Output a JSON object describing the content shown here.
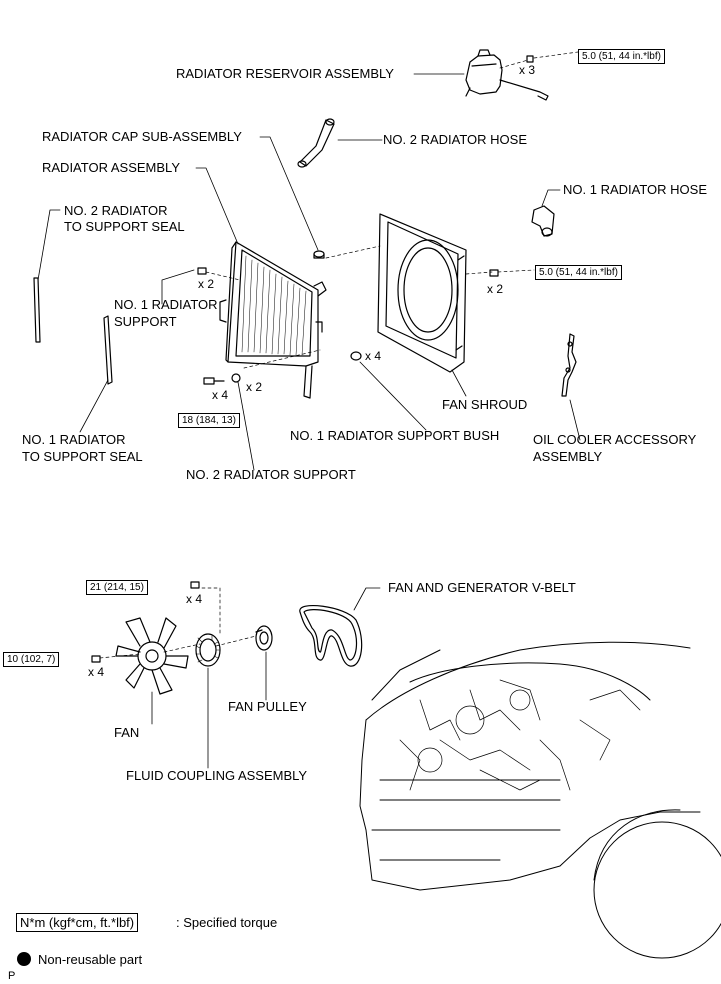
{
  "labels": {
    "reservoir": "RADIATOR RESERVOIR ASSEMBLY",
    "cap": "RADIATOR CAP SUB-ASSEMBLY",
    "hose2": "NO. 2 RADIATOR HOSE",
    "radiator": "RADIATOR ASSEMBLY",
    "hose1": "NO. 1 RADIATOR HOSE",
    "seal2_line1": "NO. 2 RADIATOR",
    "seal2_line2": "TO SUPPORT SEAL",
    "support1_line1": "NO. 1 RADIATOR",
    "support1_line2": "SUPPORT",
    "seal1_line1": "NO. 1 RADIATOR",
    "seal1_line2": "TO SUPPORT SEAL",
    "support2": "NO. 2 RADIATOR SUPPORT",
    "bush": "NO. 1 RADIATOR SUPPORT BUSH",
    "shroud": "FAN SHROUD",
    "oil_line1": "OIL COOLER ACCESSORY",
    "oil_line2": "ASSEMBLY",
    "vbelt": "FAN AND GENERATOR V-BELT",
    "pulley": "FAN PULLEY",
    "fan": "FAN",
    "coupling": "FLUID COUPLING ASSEMBLY"
  },
  "torques": {
    "reservoir": "5.0 (51, 44 in.*lbf)",
    "shroud": "5.0 (51, 44 in.*lbf)",
    "support": "18 (184, 13)",
    "coupling": "21 (214, 15)",
    "fan": "10 (102, 7)"
  },
  "quantities": {
    "reservoir": "x 3",
    "support1": "x 2",
    "shroud": "x 2",
    "bush": "x 4",
    "support_bolt": "x 4",
    "support2": "x 2",
    "coupling": "x 4",
    "fan": "x 4"
  },
  "legend": {
    "torque_unit": "N*m (kgf*cm, ft.*lbf)",
    "torque_text": ": Specified torque",
    "nonreusable": "Non-reusable part"
  },
  "corner_mark": "P"
}
